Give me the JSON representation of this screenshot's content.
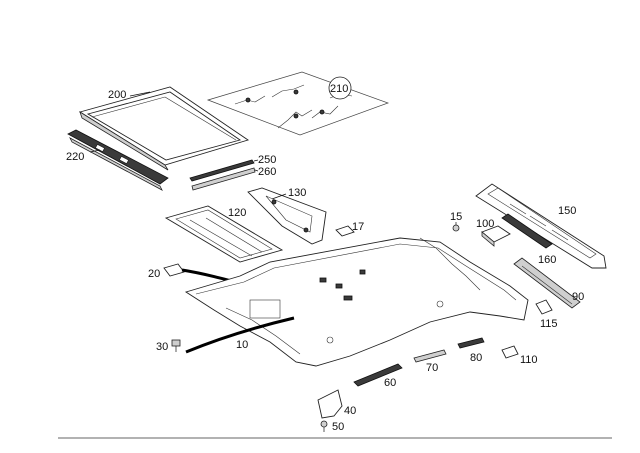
{
  "callouts": {
    "c200": "200",
    "c210": "210",
    "c220": "220",
    "c250": "250",
    "c260": "260",
    "c130": "130",
    "c120": "120",
    "c17": "17",
    "c15": "15",
    "c100": "100",
    "c150": "150",
    "c160": "160",
    "c20": "20",
    "c90": "90",
    "c115": "115",
    "c30": "30",
    "c10": "10",
    "c80": "80",
    "c110": "110",
    "c70": "70",
    "c60": "60",
    "c40": "40",
    "c50": "50"
  }
}
